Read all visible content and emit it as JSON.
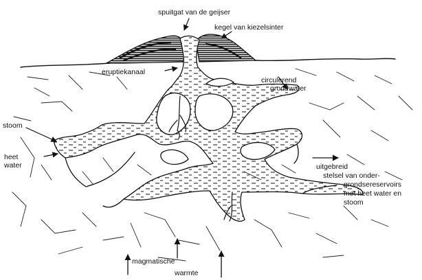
{
  "labels": {
    "vent": "spuitgat van de geijser",
    "cone": "kegel van kiezelsinter",
    "conduit": "eruptiekanaal",
    "groundwater_1": "circulerend",
    "groundwater_2": "grondwater",
    "steam": "stoom",
    "hot_water_1": "heet",
    "hot_water_2": "water",
    "system_1": "uitgebreid",
    "system_2": "stelsel van onder-",
    "system_3": "grondsereservoirs",
    "system_4": "met heet water en",
    "system_5": "stoom",
    "magma_1": "magmatische",
    "magma_2": "warmte"
  }
}
